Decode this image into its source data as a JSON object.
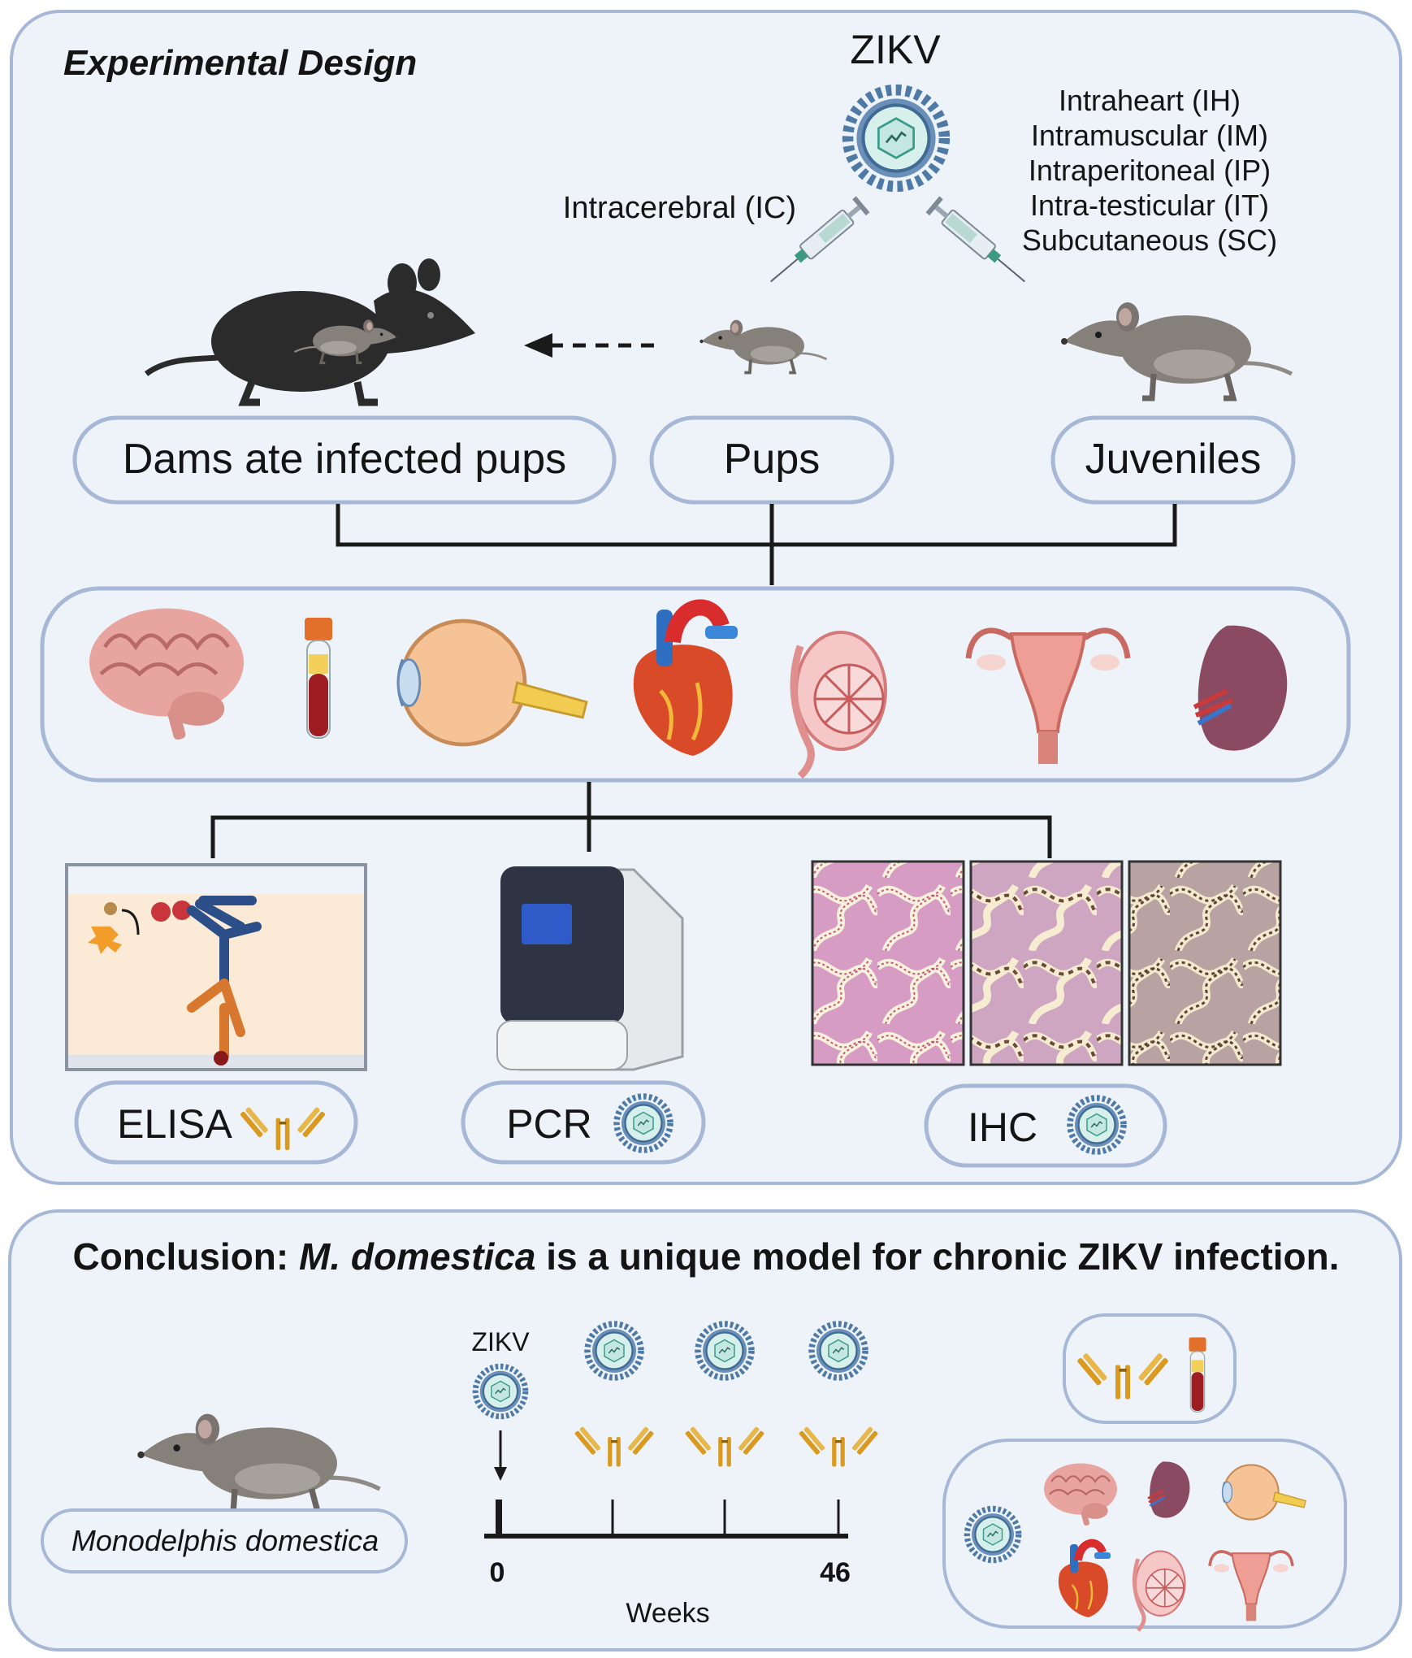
{
  "design": {
    "title": "Experimental Design",
    "virus": "ZIKV",
    "routes_left": "Intracerebral (IC)",
    "routes_right": [
      "Intraheart (IH)",
      "Intramuscular (IM)",
      "Intraperitoneal (IP)",
      "Intra-testicular (IT)",
      "Subcutaneous (SC)"
    ],
    "groups": [
      "Dams ate infected pups",
      "Pups",
      "Juveniles"
    ],
    "tissues_icons": [
      "brain-icon",
      "blood-tube-icon",
      "eye-icon",
      "heart-icon",
      "testis-icon",
      "uterus-icon",
      "spleen-icon"
    ],
    "assays": [
      "ELISA",
      "PCR",
      "IHC"
    ]
  },
  "conclusion": {
    "prefix": "Conclusion: ",
    "species_italic": "M. domestica",
    "suffix": " is a unique model for chronic ZIKV infection.",
    "species_label": "Monodelphis domestica",
    "timeline_virus": "ZIKV",
    "timeline_start": "0",
    "timeline_end": "46",
    "timeline_unit": "Weeks"
  },
  "colors": {
    "panel_bg": "#eef3fa",
    "panel_border": "#a6b8d6",
    "antibody_gold": "#d99a1f",
    "virus_blue": "#4f7aa6",
    "virus_core": "#d8f0ec"
  }
}
